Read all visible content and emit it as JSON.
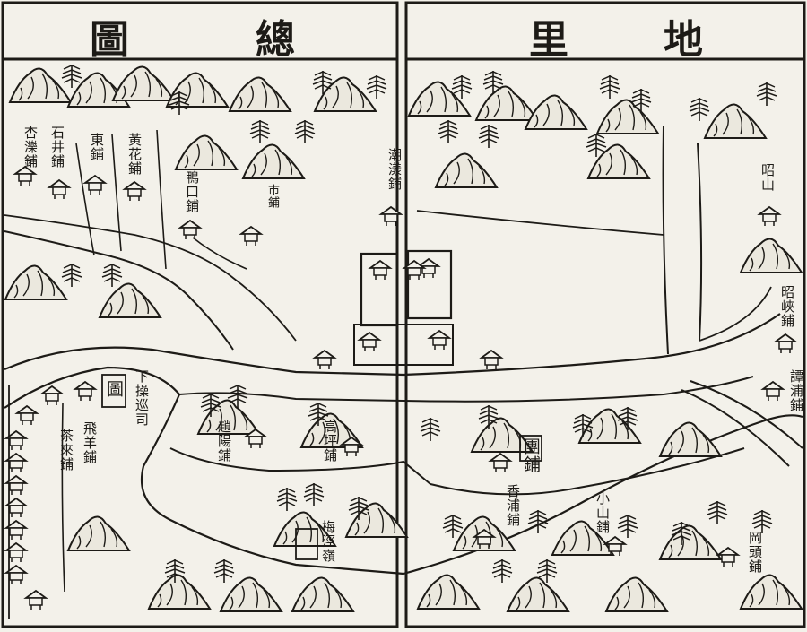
{
  "title": {
    "left_page": [
      "圖",
      "總"
    ],
    "right_page": [
      "里",
      "地"
    ]
  },
  "labels": {
    "shijing_pu": "石井鋪",
    "xingli_pu": "杏濼鋪",
    "dong_pu": "東鋪",
    "huanghua_pu": "黃花鋪",
    "yakou_pu": "鴨口鋪",
    "upper_pu": "市鋪",
    "yuanhe_pu": "潮漾鋪",
    "xiaxun_si": "下操巡司",
    "tu_mark": "圖",
    "feiyang_pu": "飛羊鋪",
    "jianglai_pu": "茶來鋪",
    "zhaoyang_pu": "趙陽鋪",
    "gaoping_pu": "高坪鋪",
    "meijing": "梅涇嶺",
    "tuan_pu": "團鋪",
    "xiangfu_pu": "香浦鋪",
    "xiaoshan_pu": "小山鋪",
    "gangtou_pu": "岡頭鋪",
    "zhaoshan": "昭山",
    "zhaoxia_pu": "昭峽鋪",
    "tanfu_pu": "譚浦鋪"
  },
  "icons": [
    "post-station-icon",
    "pine-tree-icon",
    "mountain-icon",
    "city-wall-icon",
    "pagoda-icon"
  ],
  "colors": {
    "ink": "#1d1b17",
    "paper": "#f3f1ea"
  }
}
